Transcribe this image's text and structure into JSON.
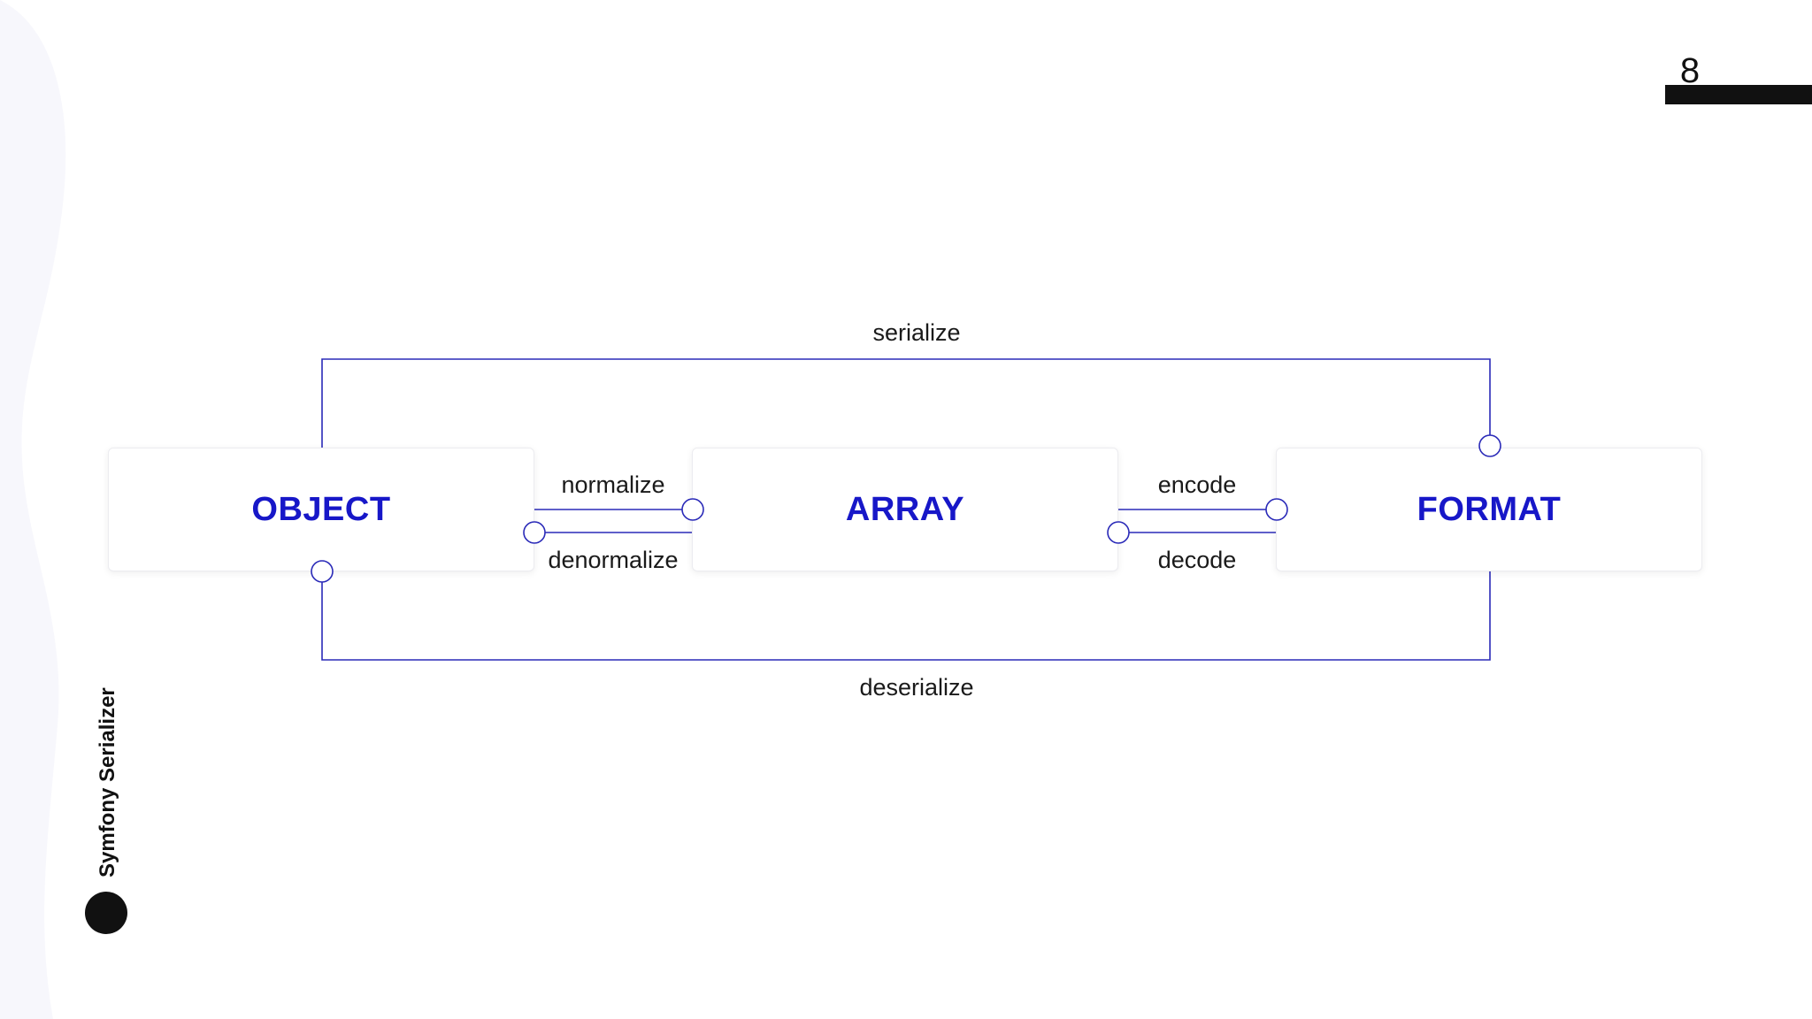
{
  "slide": {
    "page_number": "8",
    "brand": "Symfony Serializer"
  },
  "nodes": {
    "object": "OBJECT",
    "array": "ARRAY",
    "format": "FORMAT"
  },
  "edges": {
    "serialize": "serialize",
    "deserialize": "deserialize",
    "normalize": "normalize",
    "denormalize": "denormalize",
    "encode": "encode",
    "decode": "decode"
  },
  "colors": {
    "accent": "#1717c8",
    "line": "#2a2ab8",
    "text": "#1a1a1a"
  }
}
